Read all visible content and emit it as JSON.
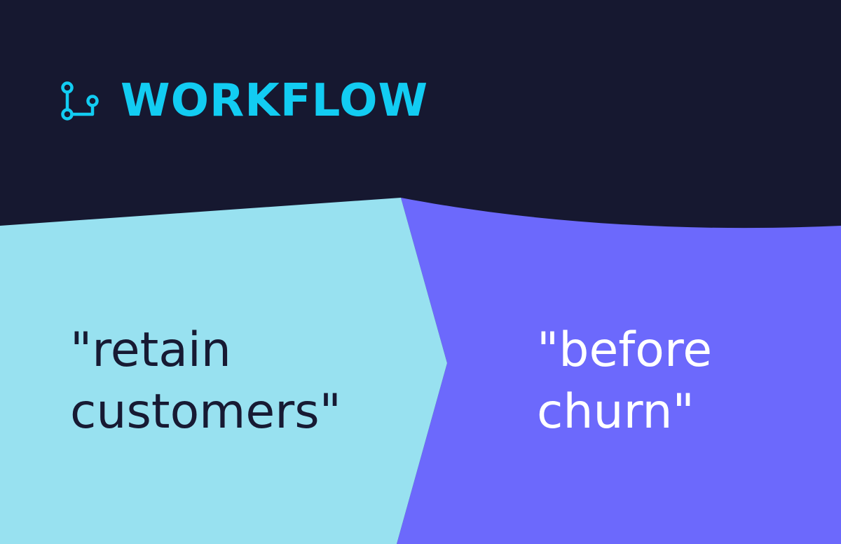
{
  "header": {
    "title": "WORKFLOW",
    "icon": "git-branch-icon",
    "accent_color": "#12CCF2"
  },
  "panels": {
    "left": {
      "lines": [
        "\"retain",
        "customers\""
      ],
      "background": "#98E1F0",
      "text_color": "#171A33"
    },
    "right": {
      "lines": [
        "\"before",
        "churn\""
      ],
      "background": "#6C69FC",
      "text_color": "#FFFFFF"
    }
  },
  "colors": {
    "background": "#161830"
  }
}
